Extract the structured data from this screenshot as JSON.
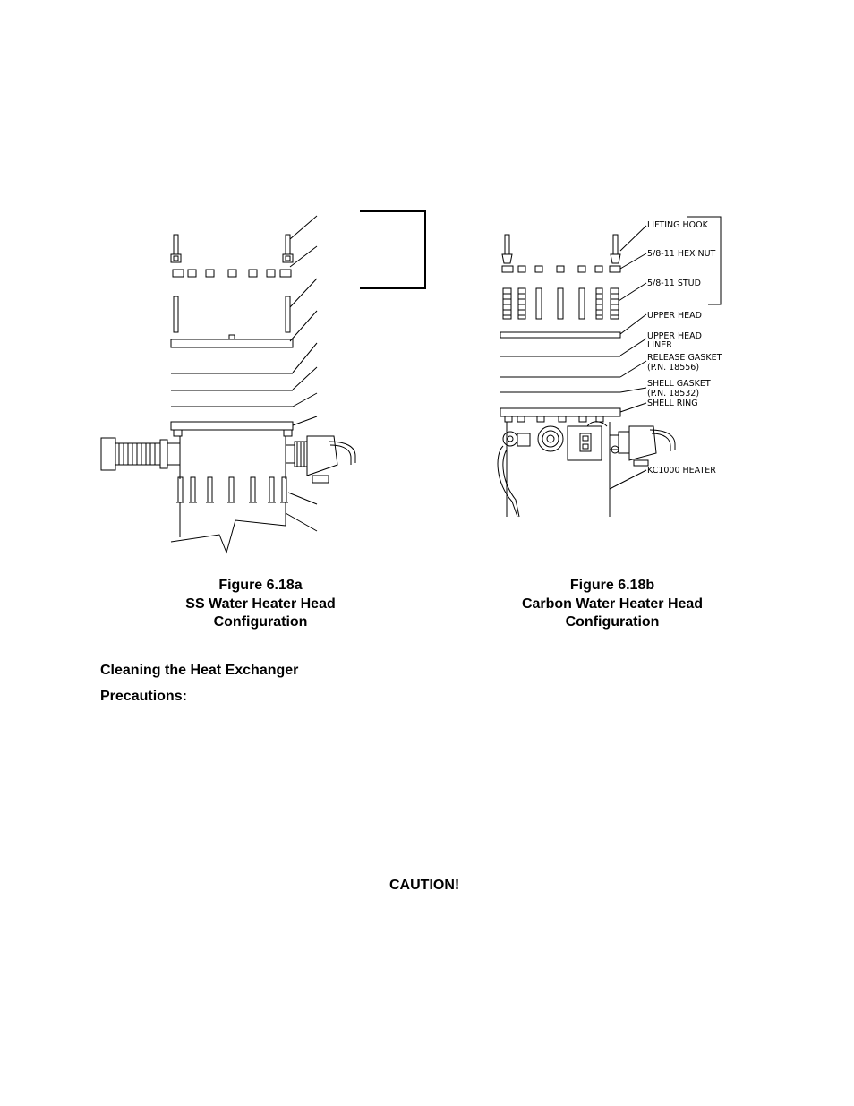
{
  "figures": [
    {
      "id": "fig-6-18a",
      "caption": {
        "number": "Figure 6.18a",
        "line1": "SS Water Heater Head",
        "line2": "Configuration"
      }
    },
    {
      "id": "fig-6-18b",
      "caption": {
        "number": "Figure 6.18b",
        "line1": "Carbon Water Heater Head",
        "line2": "Configuration"
      },
      "part_labels": {
        "lifting_hook": "LIFTING HOOK",
        "hex_nut": "5/8-11 HEX NUT",
        "stud": "5/8-11 STUD",
        "upper_head": "UPPER HEAD",
        "upper_head_liner_1": "UPPER HEAD",
        "upper_head_liner_2": "LINER",
        "release_gasket_1": "RELEASE GASKET",
        "release_gasket_2": "(P.N. 18556)",
        "shell_gasket_1": "SHELL GASKET",
        "shell_gasket_2": "(P.N. 18532)",
        "shell_ring": "SHELL RING",
        "heater": "KC1000 HEATER"
      }
    }
  ],
  "sections": {
    "cleaning_heading": "Cleaning the Heat Exchanger",
    "precautions_heading": "Precautions:",
    "caution_heading": "CAUTION!"
  }
}
